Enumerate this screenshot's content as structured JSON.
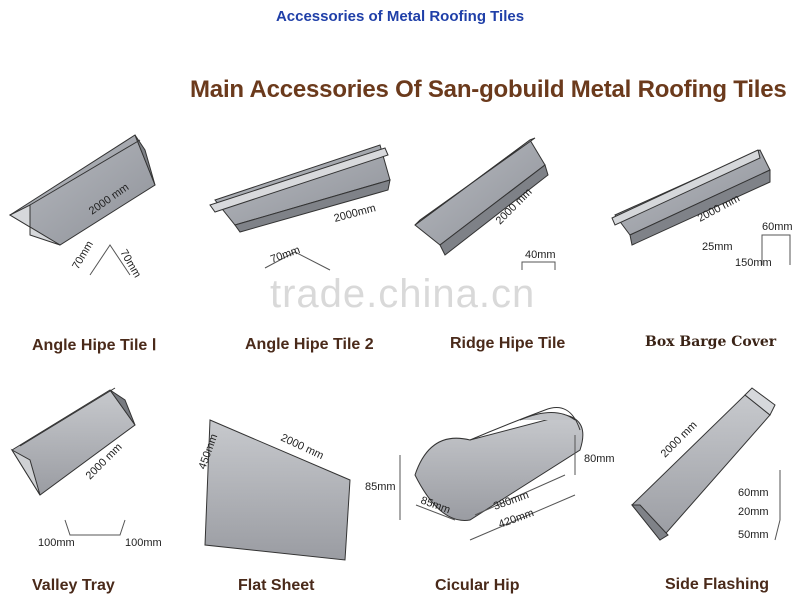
{
  "header": {
    "title": "Accessories of Metal Roofing Tiles"
  },
  "main_heading": "Main Accessories Of San-gobuild Metal Roofing Tiles",
  "watermark": "trade.china.cn",
  "products": [
    {
      "label": "Angle Hipe Tile Ⅰ",
      "dims": [
        "2000 mm",
        "70mm",
        "70mm"
      ]
    },
    {
      "label": "Angle Hipe Tile 2",
      "dims": [
        "2000mm",
        "70mm"
      ]
    },
    {
      "label": "Ridge Hipe Tile",
      "dims": [
        "2000 mm",
        "40mm"
      ]
    },
    {
      "label": "Box Barge Cover",
      "dims": [
        "2000 mm",
        "60mm",
        "25mm",
        "150mm"
      ]
    },
    {
      "label": "Valley Tray",
      "dims": [
        "2000 mm",
        "100mm",
        "100mm"
      ]
    },
    {
      "label": "Flat Sheet",
      "dims": [
        "2000 mm",
        "450mm"
      ]
    },
    {
      "label": "Cicular Hip",
      "dims": [
        "85mm",
        "85mm",
        "80mm",
        "380mm",
        "420mm"
      ]
    },
    {
      "label": "Side Flashing",
      "dims": [
        "2000 mm",
        "60mm",
        "20mm",
        "50mm"
      ]
    }
  ]
}
